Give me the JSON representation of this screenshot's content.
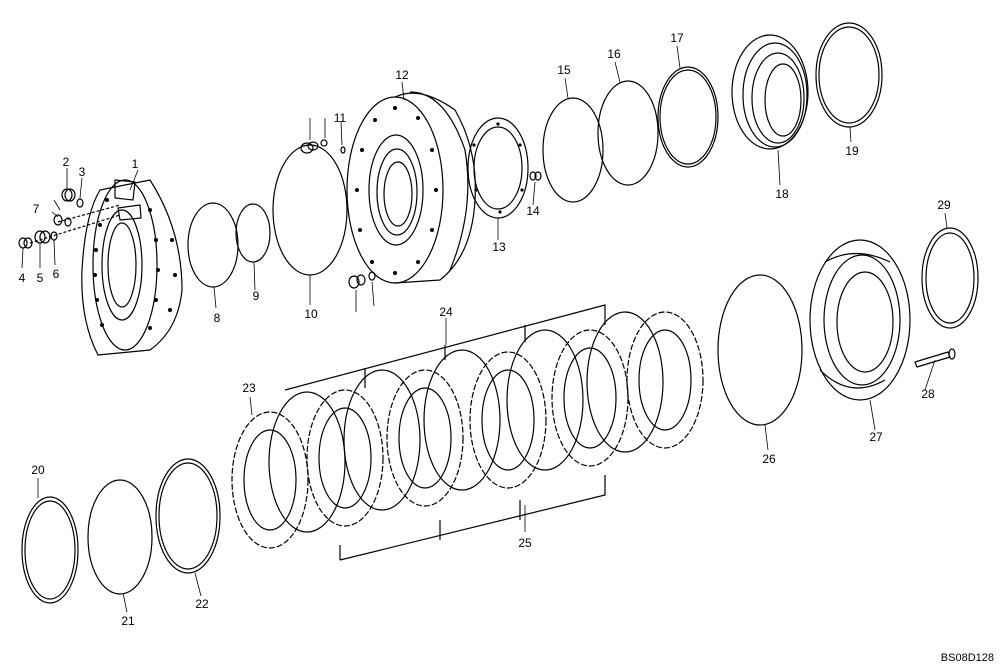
{
  "diagram": {
    "reference_code": "BS08D128",
    "callouts": [
      "1",
      "2",
      "3",
      "4",
      "5",
      "6",
      "7",
      "8",
      "9",
      "10",
      "11",
      "12",
      "13",
      "14",
      "15",
      "16",
      "17",
      "18",
      "19",
      "20",
      "21",
      "22",
      "23",
      "24",
      "25",
      "26",
      "27",
      "28",
      "29"
    ]
  }
}
